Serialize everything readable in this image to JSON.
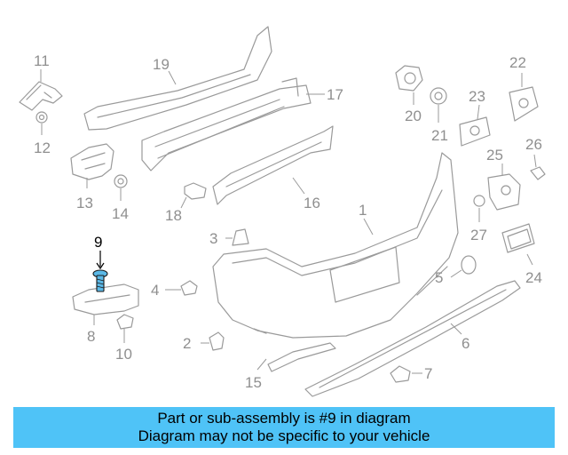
{
  "callouts": {
    "c1": "1",
    "c2": "2",
    "c3": "3",
    "c4": "4",
    "c5": "5",
    "c6": "6",
    "c7": "7",
    "c8": "8",
    "c9": "9",
    "c10": "10",
    "c11": "11",
    "c12": "12",
    "c13": "13",
    "c14": "14",
    "c15": "15",
    "c16": "16",
    "c17": "17",
    "c18": "18",
    "c19": "19",
    "c20": "20",
    "c21": "21",
    "c22": "22",
    "c23": "23",
    "c24": "24",
    "c25": "25",
    "c26": "26",
    "c27": "27"
  },
  "highlight": {
    "part_number": "9",
    "color": "#5bb8e6"
  },
  "banner": {
    "line1": "Part or sub-assembly is #9 in diagram",
    "line2": "Diagram may not be specific to your vehicle",
    "background": "#4fc3f7"
  }
}
